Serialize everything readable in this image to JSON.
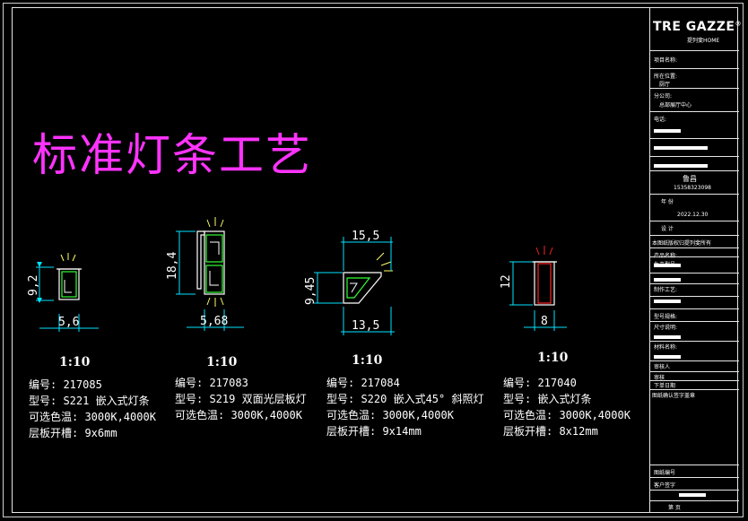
{
  "page": {
    "title": "标准灯条工艺"
  },
  "logo": {
    "brand": "TRE GAZZE",
    "registered": "®",
    "subtitle": "提列斐HOME"
  },
  "products": [
    {
      "height_dim": "9,2",
      "width_dim": "5,6",
      "scale": "1:10",
      "code": "编号: 217085",
      "model": "型号: S221  嵌入式灯条",
      "color_temp": "可选色温: 3000K,4000K",
      "slot": "层板开槽: 9x6mm"
    },
    {
      "height_dim": "18,4",
      "width_dim": "5,68",
      "scale": "1:10",
      "code": "编号: 217083",
      "model": "型号: S219  双面光层板灯",
      "color_temp": "可选色温: 3000K,4000K",
      "slot": ""
    },
    {
      "height_dim": "9,45",
      "top_dim": "15,5",
      "width_dim": "13,5",
      "scale": "1:10",
      "code": "编号: 217084",
      "model": "型号: S220  嵌入式45° 斜照灯",
      "color_temp": "可选色温: 3000K,4000K",
      "slot": "层板开槽: 9x14mm"
    },
    {
      "height_dim": "12",
      "width_dim": "8",
      "scale": "1:10",
      "code": "编号: 217040",
      "model": "型号: 嵌入式灯条",
      "color_temp": "可选色温: 3000K,4000K",
      "slot": "层板开槽: 8x12mm"
    }
  ],
  "title_block": {
    "f1": "项目名称:",
    "f2": "所在位置:",
    "f2v": "厨厅",
    "f3": "分公司:",
    "f3v": "总部展厅中心",
    "f4": "电话:",
    "f5": "鲁昌",
    "f6": "15358323098",
    "f7": "年  份",
    "f8": "2022.12.30",
    "f9": "设  计",
    "f10": "本图纸版权归提列斐所有",
    "f11": "产品名称:",
    "f12": "生产型号:",
    "f13": "制作工艺:",
    "f14": "型号规格:",
    "f15": "尺寸说明:",
    "f16": "材料名称:",
    "f17": "审核人",
    "f18": "审核",
    "f19": "下单日期",
    "f20": "图纸确认签字盖章",
    "f21": "图纸编号",
    "f22": "客户签字",
    "f23": "第  页"
  },
  "colors": {
    "title": "#ff33ff",
    "dimension": "#00e5ff",
    "profile": "#ffffff",
    "led_green": "#33ff33",
    "led_red": "#ff2222",
    "light_rays": "#ffff66"
  }
}
